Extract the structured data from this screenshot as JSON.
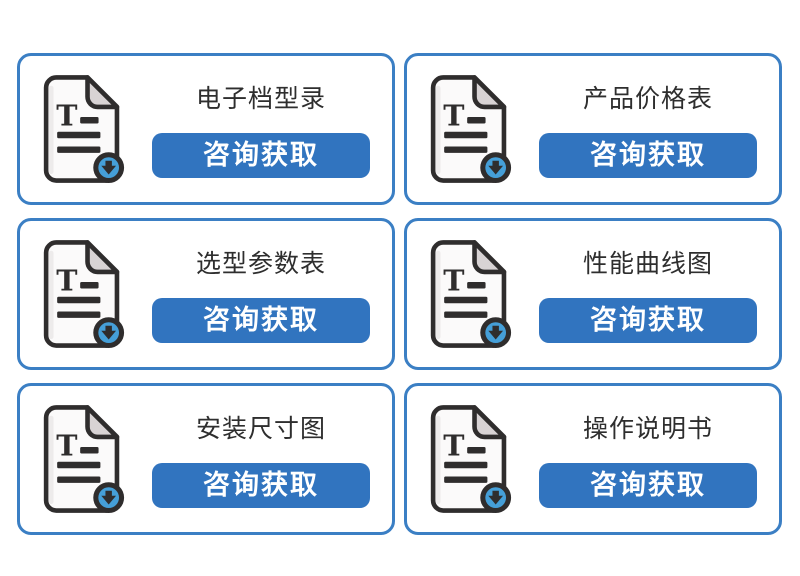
{
  "colors": {
    "page_bg": "#ffffff",
    "card_border": "#3b7fc4",
    "button_bg": "#3174bf",
    "button_text": "#ffffff",
    "title_text": "#2e2e2e",
    "icon_outline": "#2f2d2d",
    "icon_paper": "#fbfafa",
    "icon_paper_shade": "#edebeb",
    "icon_fold": "#d8d3d4",
    "badge_fill": "#459fd8"
  },
  "icons": {
    "card_icon": "document-with-download-badge-icon"
  },
  "cards": [
    {
      "title": "电子档型录",
      "button_label": "咨询获取"
    },
    {
      "title": "产品价格表",
      "button_label": "咨询获取"
    },
    {
      "title": "选型参数表",
      "button_label": "咨询获取"
    },
    {
      "title": "性能曲线图",
      "button_label": "咨询获取"
    },
    {
      "title": "安装尺寸图",
      "button_label": "咨询获取"
    },
    {
      "title": "操作说明书",
      "button_label": "咨询获取"
    }
  ]
}
